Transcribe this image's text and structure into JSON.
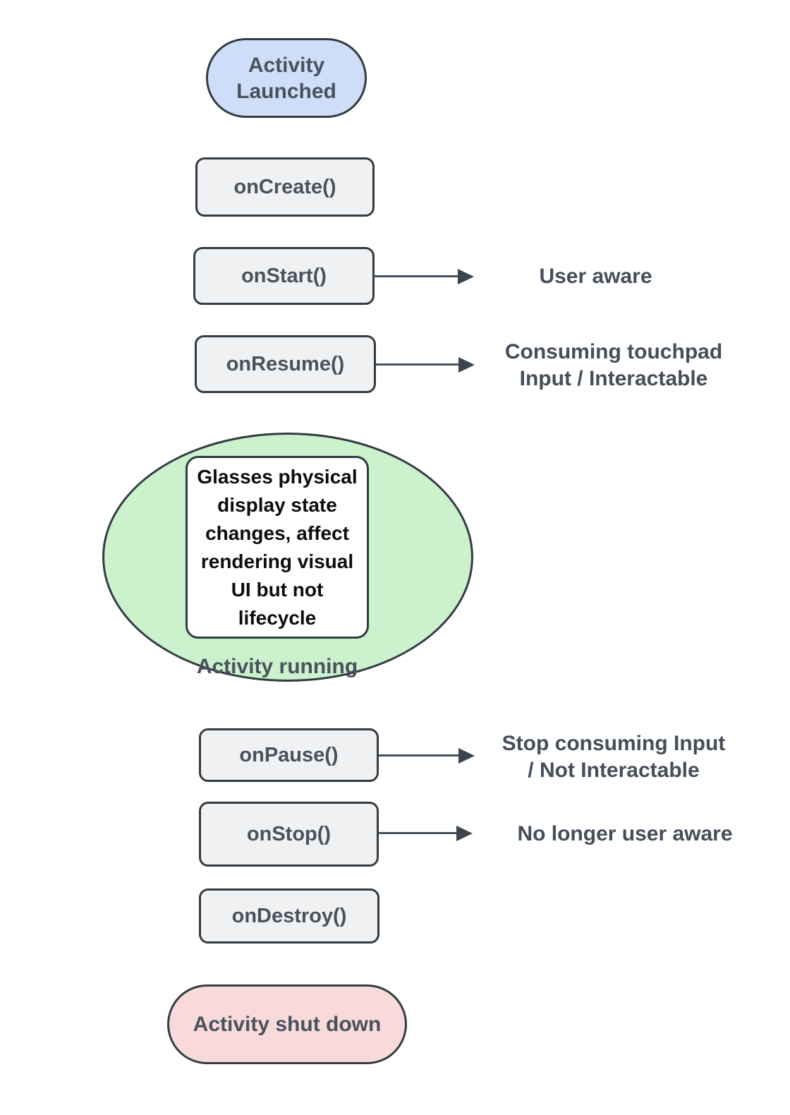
{
  "colors": {
    "background": "#ffffff",
    "border": "#333b43",
    "label_text": "#49525c",
    "note_text": "#0d0d0d",
    "launched_fill": "#cfdef8",
    "callback_fill": "#f0f1f3",
    "running_fill": "#cbf2cc",
    "shutdown_fill": "#f8dadb",
    "note_fill": "#ffffff",
    "arrow": "#49525c"
  },
  "start": {
    "label": "Activity Launched"
  },
  "callbacks": [
    {
      "label": "onCreate()"
    },
    {
      "label": "onStart()",
      "annotation": {
        "line1": "User aware",
        "line2": ""
      }
    },
    {
      "label": "onResume()",
      "annotation": {
        "line1": "Consuming touchpad",
        "line2": "Input / Interactable"
      }
    },
    {
      "label": "onPause()",
      "annotation": {
        "line1": "Stop consuming Input",
        "line2": "/ Not Interactable"
      }
    },
    {
      "label": "onStop()",
      "annotation": {
        "line1": "No longer user aware",
        "line2": ""
      }
    },
    {
      "label": "onDestroy()"
    }
  ],
  "running": {
    "label": "Activity running",
    "note": "Glasses physical display state changes, affect rendering visual UI but not lifecycle"
  },
  "end": {
    "label": "Activity shut down"
  }
}
